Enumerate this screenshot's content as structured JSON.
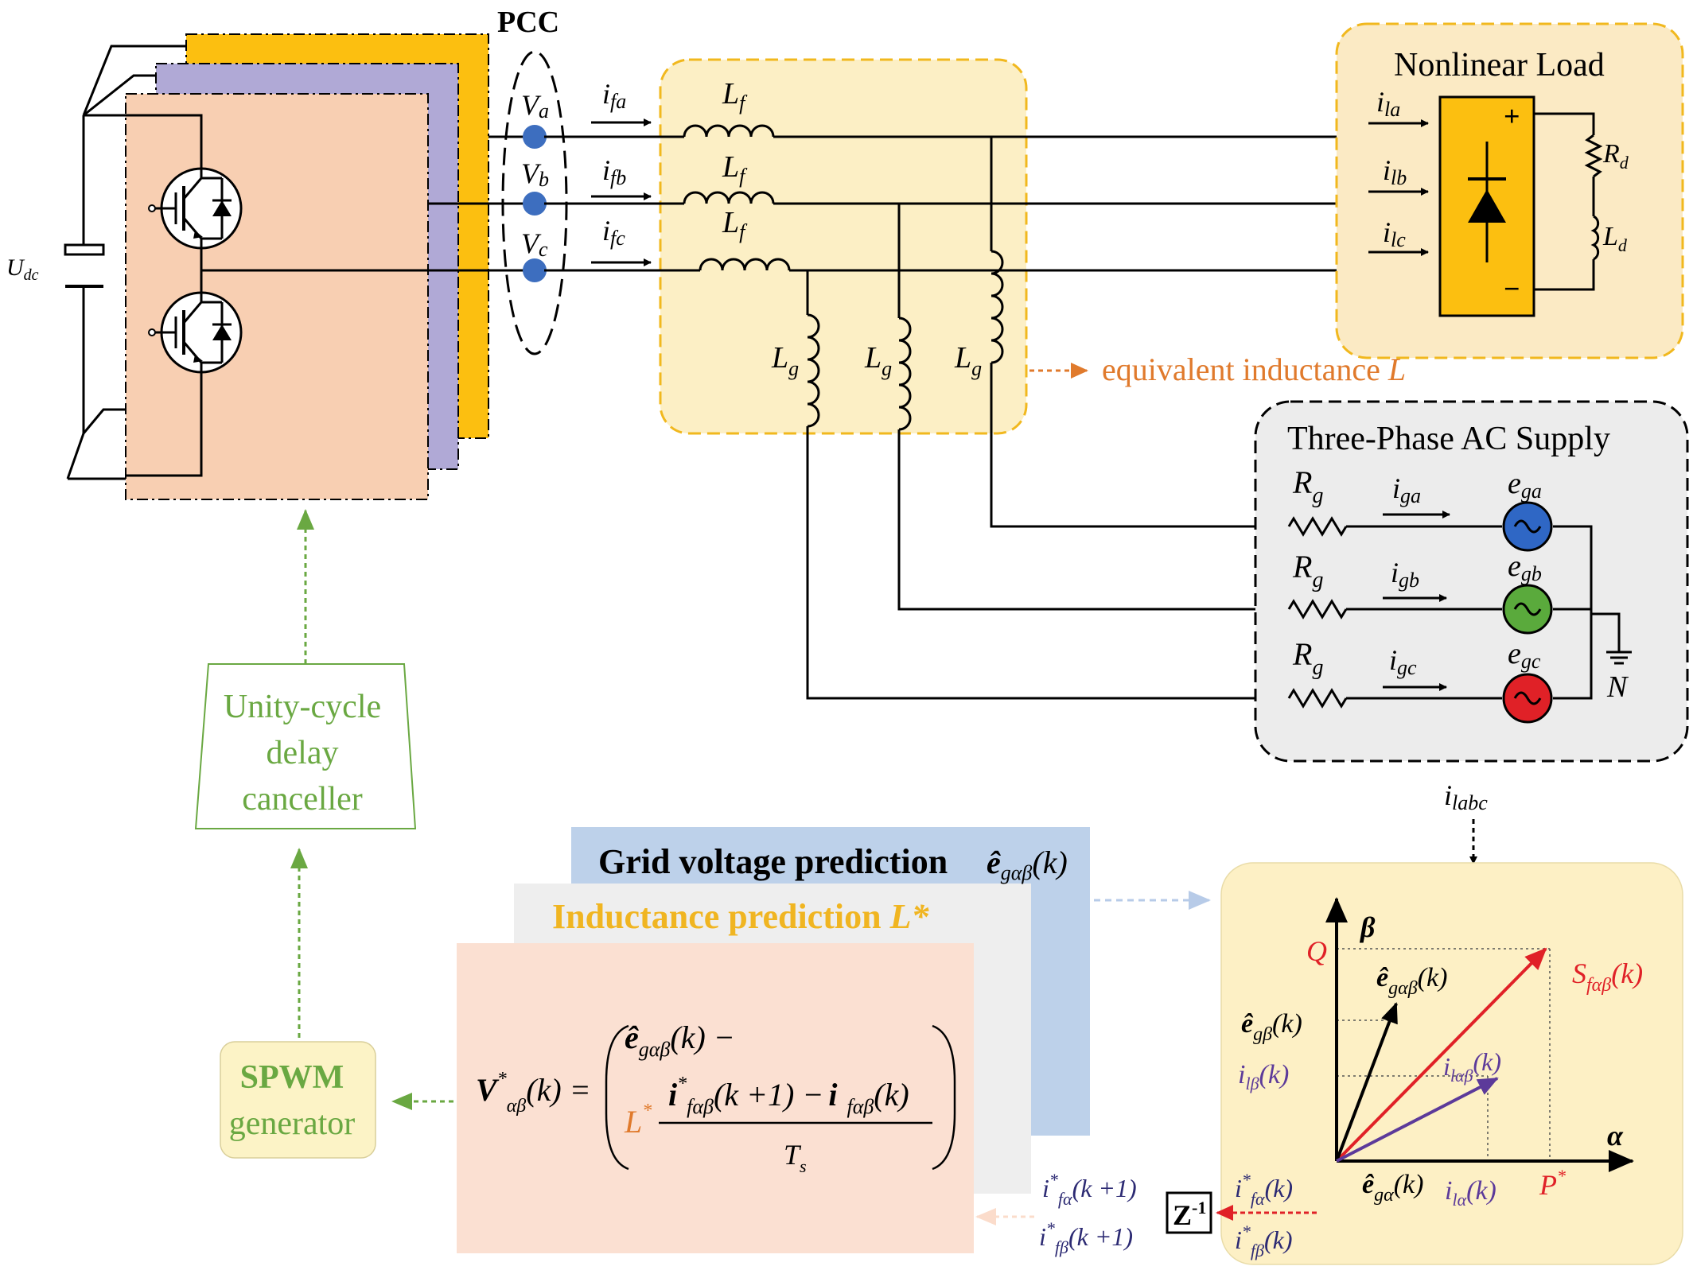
{
  "colors": {
    "inverter_front": "#f8cfb2",
    "inverter_mid": "#b0a9d6",
    "inverter_back": "#fcbf10",
    "filter_bg": "#fcefc5",
    "filter_border": "#f1b81e",
    "load_bg": "#fbeac4",
    "rectifier": "#fcbf10",
    "supply_bg": "#ececec",
    "pcc_dot": "#3d6ebf",
    "green": "#6aa842",
    "orange": "#e07a2c",
    "red": "#e02127",
    "purple": "#5c3a9a",
    "navy": "#2c2a73",
    "grid_pred_bg": "#bdd1ea",
    "ind_pred_bg": "#eeeeee",
    "ctrl_bg": "#fbe0d2",
    "vector_bg": "#fdf0c5",
    "spwm_bg": "#fcf3c6",
    "ind_pred_text": "#f0b521",
    "source_a": "#2f67c5",
    "source_b": "#5aaa3c",
    "source_c": "#e02127"
  },
  "inverter": {
    "udc_main": "U",
    "udc_sub": "dc"
  },
  "pcc": {
    "label": "PCC",
    "va": "V",
    "va_sub": "a",
    "vb": "V",
    "vb_sub": "b",
    "vc": "V",
    "vc_sub": "c"
  },
  "filter": {
    "ifa_main": "i",
    "ifa_sub": "fa",
    "ifb_main": "i",
    "ifb_sub": "fb",
    "ifc_main": "i",
    "ifc_sub": "fc",
    "lf_main": "L",
    "lf_sub": "f",
    "lg_main": "L",
    "lg_sub": "g",
    "equiv_text": "equivalent inductance ",
    "equiv_sym": "L"
  },
  "load": {
    "title": "Nonlinear Load",
    "ila_main": "i",
    "ila_sub": "la",
    "ilb_main": "i",
    "ilb_sub": "lb",
    "ilc_main": "i",
    "ilc_sub": "lc",
    "rd_main": "R",
    "rd_sub": "d",
    "ld_main": "L",
    "ld_sub": "d",
    "plus": "+",
    "minus": "−"
  },
  "supply": {
    "title": "Three-Phase AC Supply",
    "rg_main": "R",
    "rg_sub": "g",
    "iga_main": "i",
    "iga_sub": "ga",
    "igb_main": "i",
    "igb_sub": "gb",
    "igc_main": "i",
    "igc_sub": "gc",
    "ega_main": "e",
    "ega_sub": "ga",
    "egb_main": "e",
    "egb_sub": "gb",
    "egc_main": "e",
    "egc_sub": "gc",
    "neutral": "N",
    "ilabc_main": "i",
    "ilabc_sub": "labc"
  },
  "delay": {
    "line1": "Unity-cycle",
    "line2": "delay",
    "line3": "canceller"
  },
  "spwm": {
    "line1": "SPWM",
    "line2": "generator"
  },
  "prediction": {
    "grid_title": "Grid voltage prediction",
    "grid_sym_main": "ê",
    "grid_sym_sub": "gαβ",
    "grid_sym_arg": "(k)",
    "ind_title": "Inductance prediction ",
    "ind_sym": "L*"
  },
  "equation": {
    "lhs_main": "V",
    "lhs_sup": "*",
    "lhs_sub": "αβ",
    "lhs_arg": "(k) =",
    "e_main": "ê",
    "e_sub": "gαβ",
    "e_arg": "(k) −",
    "l_main": "L",
    "l_sup": "*",
    "num_i1": "i",
    "num_sup": "*",
    "num_sub1": "fαβ",
    "num_arg1": "(k +1) −",
    "num_i2": "i",
    "num_sub2": "fαβ",
    "num_arg2": "(k)",
    "den_main": "T",
    "den_sub": "s"
  },
  "vector_diagram": {
    "alpha": "α",
    "beta": "β",
    "Q": "Q",
    "P_main": "P",
    "P_sup": "*",
    "S_main": "S",
    "S_sub": "fαβ",
    "S_arg": "(k)",
    "e_main": "ê",
    "e_sub": "gαβ",
    "e_arg": "(k)",
    "egb_main": "ê",
    "egb_sub": "gβ",
    "egb_arg": "(k)",
    "ega_main": "ê",
    "ega_sub": "gα",
    "ega_arg": "(k)",
    "ilab_main": "i",
    "ilab_sub": "lαβ",
    "ilab_arg": "(k)",
    "ilb_main": "i",
    "ilb_sub": "lβ",
    "ilb_arg": "(k)",
    "ila_main": "i",
    "ila_sub": "lα",
    "ila_arg": "(k)"
  },
  "feedback": {
    "ifa_in_main": "i",
    "ifa_in_sup": "*",
    "ifa_in_sub": "fα",
    "ifa_in_arg": "(k)",
    "ifb_in_main": "i",
    "ifb_in_sup": "*",
    "ifb_in_sub": "fβ",
    "ifb_in_arg": "(k)",
    "ifa_out_main": "i",
    "ifa_out_sup": "*",
    "ifa_out_sub": "fα",
    "ifa_out_arg": "(k +1)",
    "ifb_out_main": "i",
    "ifb_out_sup": "*",
    "ifb_out_sub": "fβ",
    "ifb_out_arg": "(k +1)",
    "z_main": "Z",
    "z_sup": "-1"
  }
}
